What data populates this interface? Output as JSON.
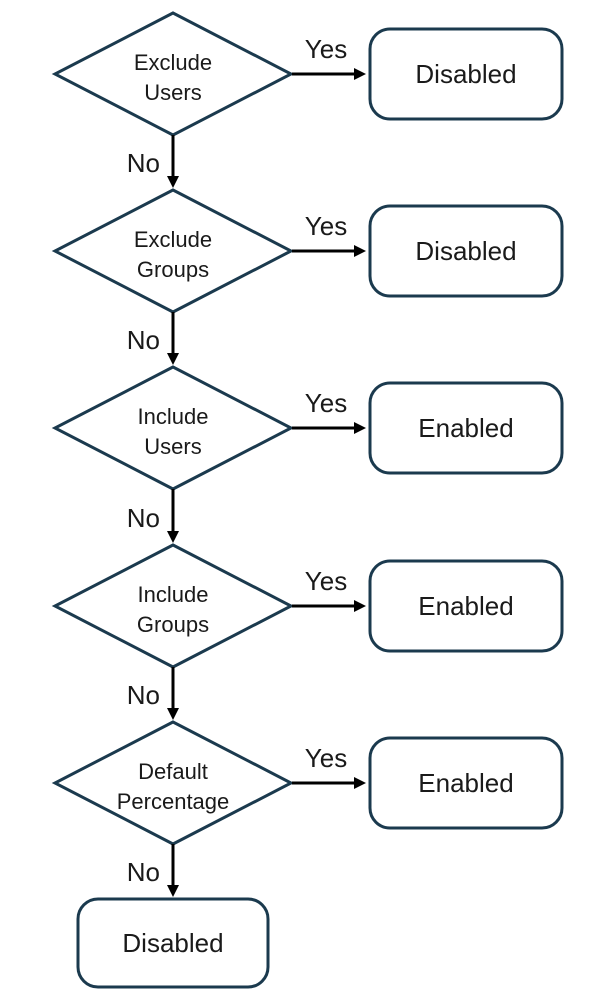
{
  "diagram": {
    "type": "flowchart",
    "colors": {
      "shape_border": "#1b3a4e",
      "arrow": "#000000",
      "text": "#1a1a1a",
      "background": "#ffffff"
    },
    "rows": [
      {
        "decision_line1": "Exclude",
        "decision_line2": "Users",
        "yes_label": "Yes",
        "no_label": "No",
        "result": "Disabled"
      },
      {
        "decision_line1": "Exclude",
        "decision_line2": "Groups",
        "yes_label": "Yes",
        "no_label": "No",
        "result": "Disabled"
      },
      {
        "decision_line1": "Include",
        "decision_line2": "Users",
        "yes_label": "Yes",
        "no_label": "No",
        "result": "Enabled"
      },
      {
        "decision_line1": "Include",
        "decision_line2": "Groups",
        "yes_label": "Yes",
        "no_label": "No",
        "result": "Enabled"
      },
      {
        "decision_line1": "Default",
        "decision_line2": "Percentage",
        "yes_label": "Yes",
        "no_label": "No",
        "result": "Enabled"
      }
    ],
    "final": {
      "no_label": "No",
      "result": "Disabled"
    }
  }
}
